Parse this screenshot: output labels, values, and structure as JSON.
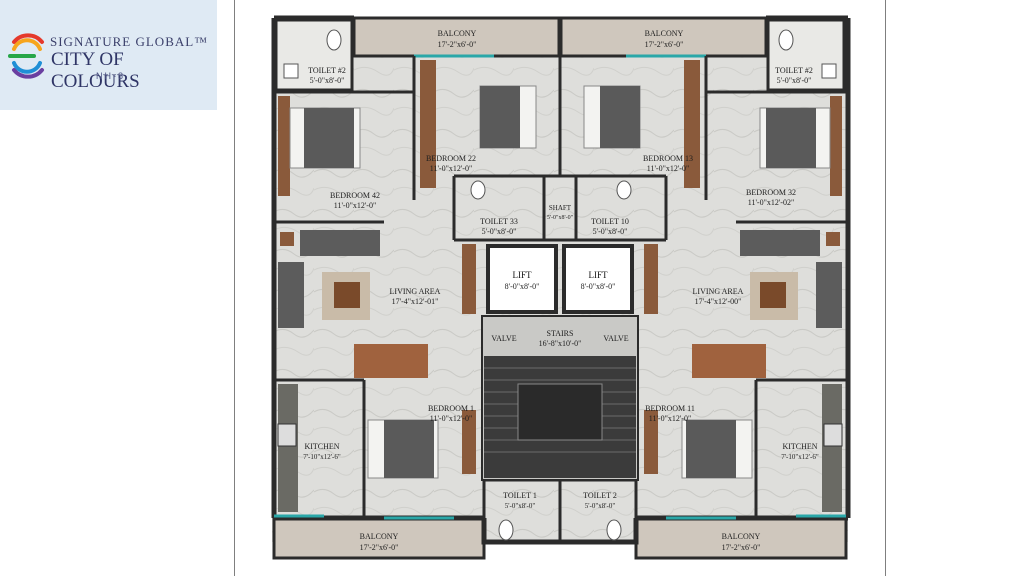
{
  "logo": {
    "line1": "SIGNATURE GLOBAL™",
    "line2": "CITY OF COLOURS",
    "line3": "NH-8",
    "colors": [
      "#e5392b",
      "#f7a51c",
      "#27a648",
      "#1f8fd6",
      "#6a3fa0"
    ]
  },
  "rooms": {
    "balcony_tl": {
      "name": "BALCONY",
      "dim": "17'-2\"x6'-0\""
    },
    "balcony_tr": {
      "name": "BALCONY",
      "dim": "17'-2\"x6'-0\""
    },
    "balcony_bl": {
      "name": "BALCONY",
      "dim": "17'-2\"x6'-0\""
    },
    "balcony_br": {
      "name": "BALCONY",
      "dim": "17'-2\"x6'-0\""
    },
    "toilet_42": {
      "name": "TOILET #2",
      "dim": "5'-0\"x8'-0\""
    },
    "toilet_32": {
      "name": "TOILET #2",
      "dim": "5'-0\"x8'-0\""
    },
    "bedroom_42": {
      "name": "BEDROOM 42",
      "dim": "11'-0\"x12'-0\""
    },
    "bedroom_22": {
      "name": "BEDROOM 22",
      "dim": "11'-0\"x12'-0\""
    },
    "bedroom_13": {
      "name": "BEDROOM 13",
      "dim": "11'-0\"x12'-0\""
    },
    "bedroom_32": {
      "name": "BEDROOM 32",
      "dim": "11'-0\"x12'-02\""
    },
    "toilet_33": {
      "name": "TOILET 33",
      "dim": "5'-0\"x8'-0\""
    },
    "shaft": {
      "name": "SHAFT",
      "dim": "5'-0\"x8'-0\""
    },
    "toilet_10": {
      "name": "TOILET 10",
      "dim": "5'-0\"x8'-0\""
    },
    "lift_1": {
      "name": "LIFT",
      "dim": "8'-0\"x8'-0\""
    },
    "lift_2": {
      "name": "LIFT",
      "dim": "8'-0\"x8'-0\""
    },
    "living_left": {
      "name": "LIVING AREA",
      "dim": "17'-4\"x12'-01\""
    },
    "living_right": {
      "name": "LIVING AREA",
      "dim": "17'-4\"x12'-00\""
    },
    "stairs": {
      "name": "STAIRS",
      "dim": "16'-8\"x10'-0\""
    },
    "valve_left": {
      "name": "VALVE"
    },
    "valve_right": {
      "name": "VALVE"
    },
    "bedroom_1": {
      "name": "BEDROOM 1",
      "dim": "11'-0\"x12'-0\""
    },
    "bedroom_11": {
      "name": "BEDROOM 11",
      "dim": "11'-0\"x12'-0\""
    },
    "kitchen_left": {
      "name": "KITCHEN",
      "dim": "7'-10\"x12'-6\""
    },
    "kitchen_right": {
      "name": "KITCHEN",
      "dim": "7'-10\"x12'-6\""
    },
    "toilet_b1": {
      "name": "TOILET 1",
      "dim": "5'-0\"x8'-0\""
    },
    "toilet_b2": {
      "name": "TOILET 2",
      "dim": "5'-0\"x8'-0\""
    }
  },
  "colors": {
    "wall": "#2b2b2b",
    "floor": "#d9d9d6",
    "wood": "#8a5a3b",
    "balcony": "#cfc7bd",
    "glass": "#2aa7a8",
    "rug": "#c9bba8"
  }
}
